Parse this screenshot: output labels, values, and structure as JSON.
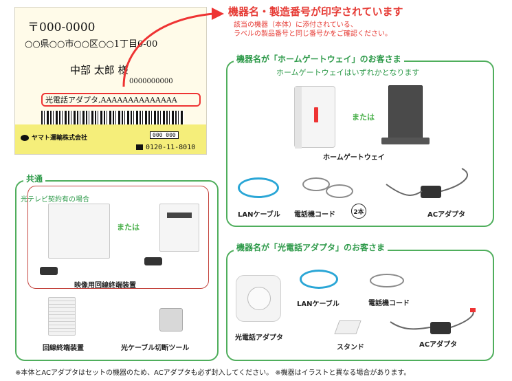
{
  "label": {
    "postal": "〒000-0000",
    "address": "○○県○○市○○区○○1丁目0-00",
    "name": "中部 太郎 様",
    "number": "0000000000",
    "product_line": "光電話アダプタ,AAAAAAAAAAAAAA",
    "barcode_digits": "000000000000000",
    "code_box": "000 000",
    "company": "ヤマト運輸株式会社",
    "phone": "0120-11-8010"
  },
  "main_heading": "機器名・製造番号が印字されています",
  "main_sub": [
    "該当の機器（本体）に添付されている、",
    "ラベルの製品番号と同じ番号かをご確認ください。"
  ],
  "hgw_section": {
    "title": "機器名が「ホームゲートウェイ」のお客さま",
    "subtitle": "ホームゲートウェイはいずれかとなります",
    "or_text": "または",
    "device_caption": "ホームゲートウェイ",
    "items": {
      "lan": "LANケーブル",
      "phone_cord": "電話機コード",
      "count": "2本",
      "ac": "ACアダプタ"
    }
  },
  "common_section": {
    "title": "共通",
    "tv_case": "光テレビ契約有の場合",
    "or_text": "または",
    "video_device": "映像用回線終端装置",
    "onu": "回線終端装置",
    "cutter": "光ケーブル切断ツール"
  },
  "phone_section": {
    "title": "機器名が「光電話アダプタ」のお客さま",
    "items": {
      "adapter": "光電話アダプタ",
      "lan": "LANケーブル",
      "phone_cord": "電話機コード",
      "stand": "スタンド",
      "ac": "ACアダプタ"
    }
  },
  "footnote": "※本体とACアダプタはセットの機器のため、ACアダプタも必ず封入してください。 ※機器はイラストと異なる場合があります。"
}
